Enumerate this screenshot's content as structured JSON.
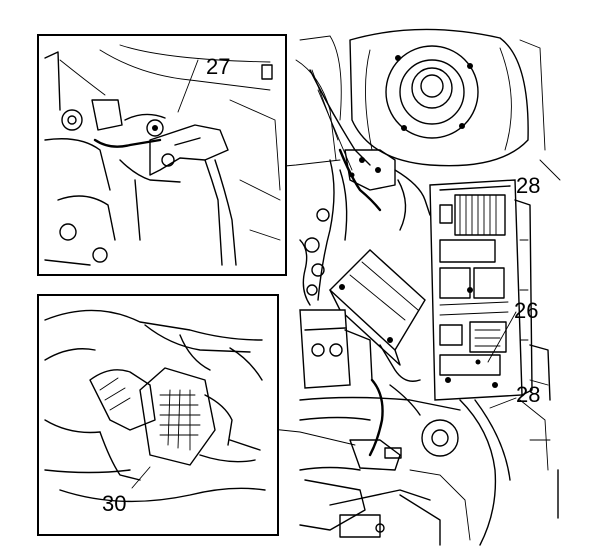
{
  "callouts": {
    "c27": "27",
    "c28_top": "28",
    "c26": "26",
    "c28_bottom": "28",
    "c30": "30"
  }
}
